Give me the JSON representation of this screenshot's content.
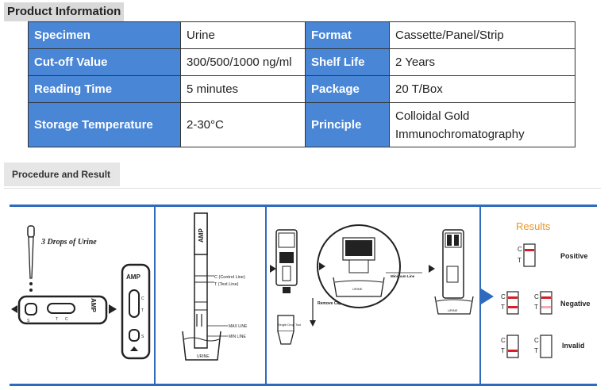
{
  "section_title": "Product Information",
  "table": {
    "rows": [
      [
        {
          "k": "Specimen",
          "v": "Urine"
        },
        {
          "k": "Format",
          "v": "Cassette/Panel/Strip"
        }
      ],
      [
        {
          "k": "Cut-off Value",
          "v": "300/500/1000 ng/ml"
        },
        {
          "k": "Shelf Life",
          "v": "2 Years"
        }
      ],
      [
        {
          "k": "Reading Time",
          "v": "5 minutes"
        },
        {
          "k": "Package",
          "v": "20 T/Box"
        }
      ],
      [
        {
          "k": "Storage Temperature",
          "v": "2-30°C"
        },
        {
          "k": "Principle",
          "v": "Colloidal Gold Immunochromatography"
        }
      ]
    ]
  },
  "procedure_tab": "Procedure and Result",
  "diagram": {
    "drops_label": "3 Drops of Urine",
    "amp_label": "AMP",
    "c_label": "C",
    "t_label": "T",
    "s_label": "S",
    "control_line": "C (Control Line)",
    "test_line": "T (Test Line)",
    "max_line": "MAX LINE",
    "min_line": "MIN LINE",
    "urine_label": "URINE",
    "remove_cap": "Remove Cap",
    "single_drop_tool": "Single Drop Tool",
    "minimum_line": "Minimum Line",
    "results_title": "Results",
    "positive": "Positive",
    "negative": "Negative",
    "invalid": "Invalid",
    "colors": {
      "blue": "#2e6bbf",
      "red": "#d81e28",
      "orange": "#e8962a",
      "pink": "#f2a9b0"
    }
  }
}
